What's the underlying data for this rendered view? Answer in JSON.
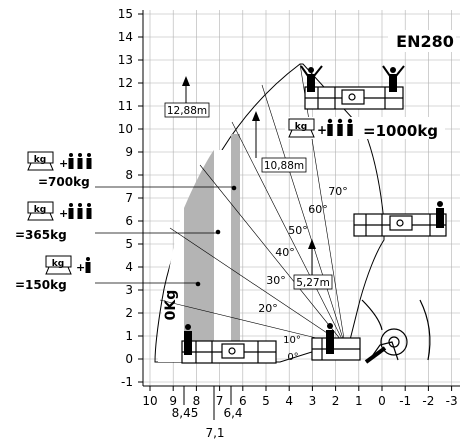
{
  "model": "EN280",
  "y_ticks": [
    "15",
    "14",
    "13",
    "12",
    "11",
    "10",
    "9",
    "8",
    "7",
    "6",
    "5",
    "4",
    "3",
    "2",
    "1",
    "0",
    "-1"
  ],
  "x_ticks": [
    "10",
    "9",
    "8",
    "7",
    "6",
    "5",
    "4",
    "3",
    "2",
    "1",
    "0",
    "-1",
    "-2",
    "-3"
  ],
  "x_special_ticks": [
    "8,45",
    "7,1",
    "6,4"
  ],
  "heights": {
    "h1": "12,88m",
    "h2": "10,88m",
    "h3": "5,27m"
  },
  "angles": [
    "70°",
    "60°",
    "50°",
    "40°",
    "30°",
    "20°",
    "10°",
    "0°"
  ],
  "zone_labels": {
    "zero": "0Kg"
  },
  "loads": [
    {
      "value": "=700kg",
      "kg": "kg"
    },
    {
      "value": "=365kg",
      "kg": "kg"
    },
    {
      "value": "=150kg",
      "kg": "kg"
    }
  ],
  "top_load": {
    "kg": "kg",
    "value": "=1000kg"
  },
  "colors": {
    "zone_dark": "#b4b4b4",
    "zone_light": "#d8d8d8",
    "ink": "#000000"
  }
}
